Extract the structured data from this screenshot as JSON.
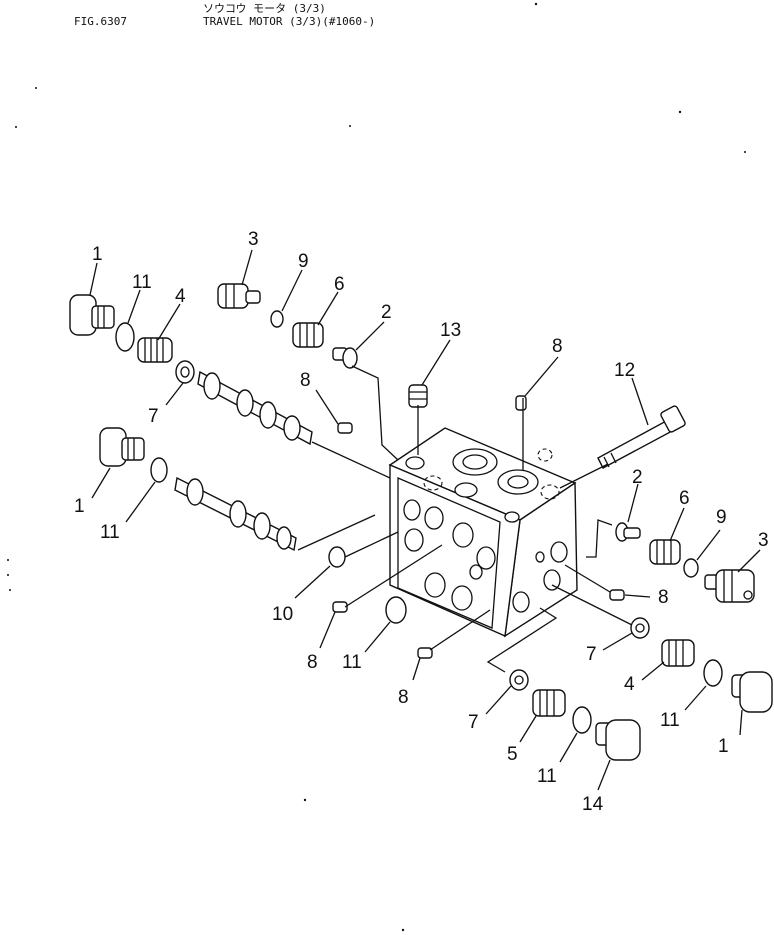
{
  "header": {
    "figure_number": "FIG.6307",
    "title_japanese": "ソウコウ モータ (3/3)",
    "title": "TRAVEL MOTOR (3/3)(#1060-)"
  },
  "callouts": [
    "1",
    "11",
    "4",
    "3",
    "9",
    "6",
    "2",
    "13",
    "8",
    "12",
    "7",
    "1",
    "11",
    "8",
    "10",
    "8",
    "11",
    "8",
    "2",
    "6",
    "9",
    "3",
    "8",
    "7",
    "4",
    "11",
    "1",
    "7",
    "5",
    "11",
    "14"
  ]
}
